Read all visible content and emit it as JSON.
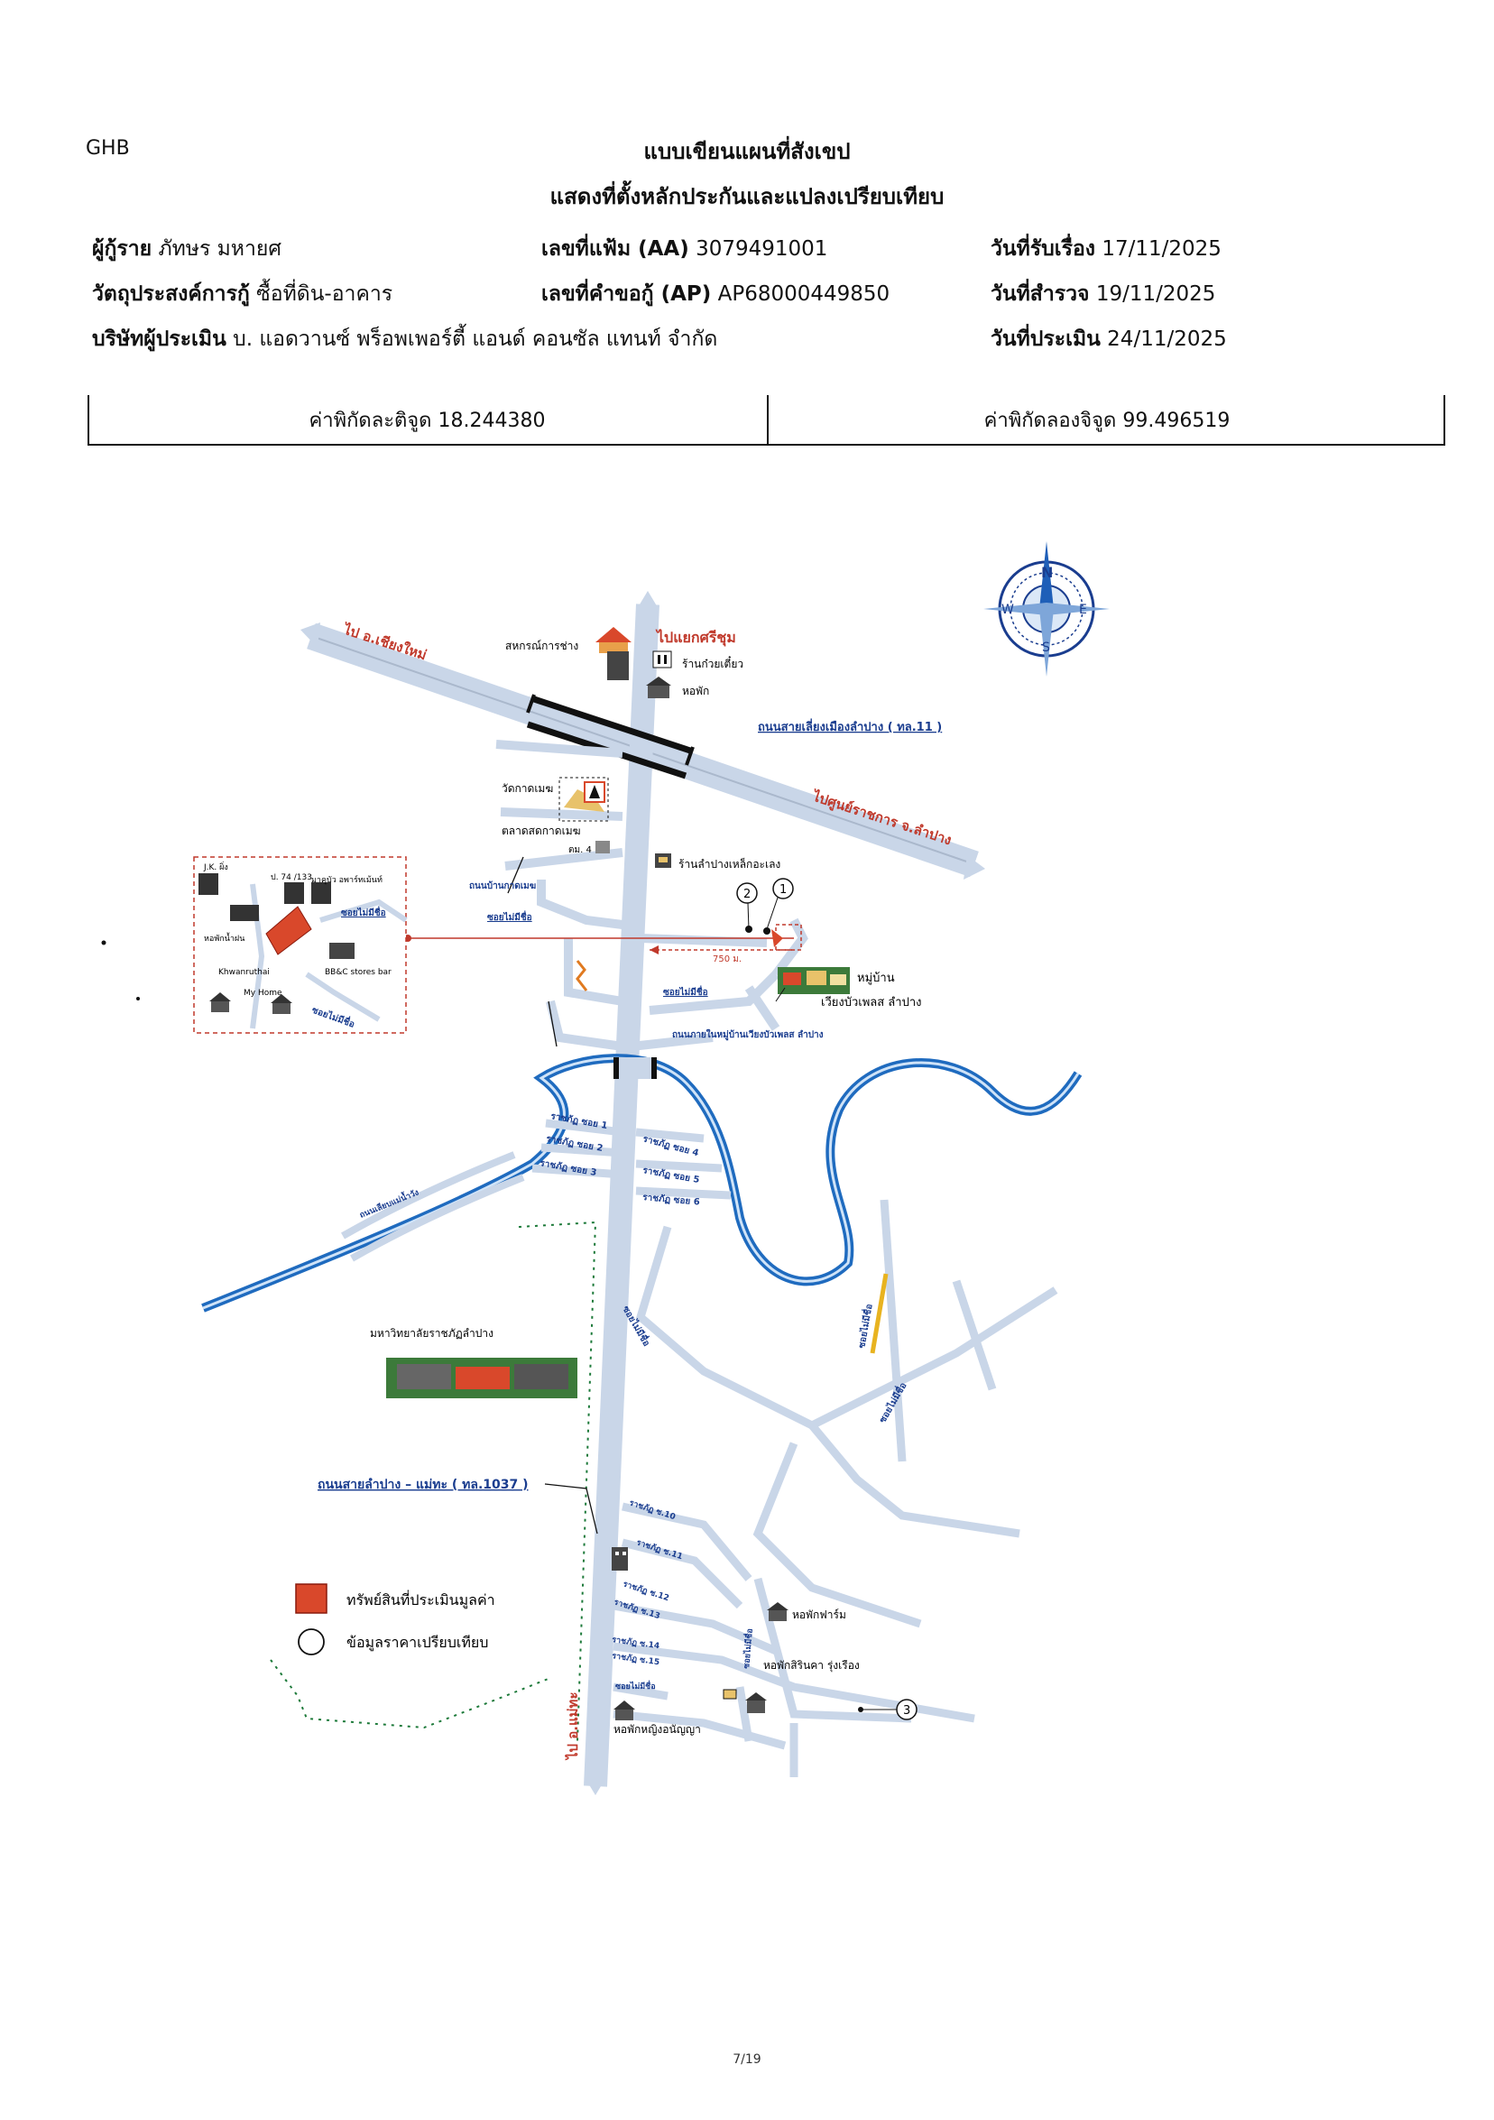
{
  "header": {
    "org": "GHB",
    "title_line1": "แบบเขียนแผนที่สังเขป",
    "title_line2": "แสดงที่ตั้งหลักประกันและแปลงเปรียบเทียบ"
  },
  "fields": {
    "borrower_label": "ผู้กู้ราย",
    "borrower_value": "ภัทษร มหายศ",
    "file_no_label": "เลขที่แฟ้ม (AA)",
    "file_no_value": "3079491001",
    "receive_date_label": "วันที่รับเรื่อง",
    "receive_date_value": "17/11/2025",
    "purpose_label": "วัตถุประสงค์การกู้",
    "purpose_value": "ซื้อที่ดิน-อาคาร",
    "request_no_label": "เลขที่คำขอกู้ (AP)",
    "request_no_value": "AP68000449850",
    "survey_date_label": "วันที่สำรวจ",
    "survey_date_value": "19/11/2025",
    "appraiser_label": "บริษัทผู้ประเมิน",
    "appraiser_value": "บ. แอดวานซ์ พร็อพเพอร์ตี้ แอนด์ คอนซัล แทนท์ จำกัด",
    "appraisal_date_label": "วันที่ประเมิน",
    "appraisal_date_value": "24/11/2025"
  },
  "coords": {
    "lat_label": "ค่าพิกัดละติจูด",
    "lat_value": "18.244380",
    "lon_label": "ค่าพิกัดลองจิจูด",
    "lon_value": "99.496519"
  },
  "map": {
    "compass": {
      "n": "N",
      "s": "S",
      "e": "E",
      "w": "W"
    },
    "labels": {
      "to_chiang_mai": "ไป อ.เชียงใหม่",
      "to_intersection": "ไปแยกศรีชุม",
      "to_city_hall": "ไปศูนย์ราชการ จ.ลำปาง",
      "to_mae_tha": "ไป อ.แม่ทะ",
      "bypass_road": "ถนนสายเลี่ยงเมืองลำปาง ( ทล.11 )",
      "highway_1037": "ถนนสายลำปาง – แม่ทะ ( ทล.1037 )",
      "coop": "สหกรณ์การช่าง",
      "noodle_shop": "ร้านก๋วยเตี๋ยว",
      "dorm": "หอพัก",
      "wat": "วัดกาดเมฆ",
      "market": "ตลาดสดกาดเมฆ",
      "school_4": "ตม. 4",
      "glass_shop": "ร้านลำปางเหล็กอะเลง",
      "kat_road": "ถนนบ้านกาดเมฆ",
      "no_name_soi": "ซอยไม่มีชื่อ",
      "distance": "750 ม.",
      "village": "หมู่บ้าน",
      "village_name": "เวียงบัวเพลส ลำปาง",
      "village_road": "ถนนภายในหมู่บ้านเวียงบัวเพลส ลำปาง",
      "soi_1": "ราชภัฏ ซอย 1",
      "soi_2": "ราชภัฏ ซอย 2",
      "soi_3": "ราชภัฏ ซอย 3",
      "soi_4": "ราชภัฏ ซอย 4",
      "soi_5": "ราชภัฏ ซอย 5",
      "soi_6": "ราชภัฏ ซอย 6",
      "riverside_road": "ถนนเลียบแม่น้ำวัง",
      "university": "มหาวิทยาลัยราชภัฏลำปาง",
      "soi_10": "ราชภัฏ ซ.10",
      "soi_11": "ราชภัฏ ซ.11",
      "soi_12": "ราชภัฏ ซ.12",
      "soi_13": "ราชภัฏ ซ.13",
      "soi_14": "ราชภัฏ ซ.14",
      "soi_15": "ราชภัฏ ซ.15",
      "dorm_farm": "หอพักฟาร์ม",
      "dorm_sirin": "หอพักสิรินคา รุ่งเรือง",
      "dorm_women": "หอพักหญิงอนัญญา",
      "inset_ke": "J.K. ผิ่ง",
      "inset_apt": "ป. 74 /133",
      "inset_coffee": "มาคุบัว อพาร์ทเม้นท์",
      "inset_dorm": "หอพักน้ำฝน",
      "inset_soi": "ซอยไม่มีชื่อ",
      "inset_khwan": "Khwanruthai",
      "inset_myhome": "My Home",
      "inset_bbc": "BB&C stores bar",
      "marker_1": "1",
      "marker_2": "2",
      "marker_3": "3"
    },
    "legend": {
      "subject": "ทรัพย์สินที่ประเมินมูลค่า",
      "comparable": "ข้อมูลราคาเปรียบเทียบ"
    },
    "colors": {
      "road": "#c9d6e8",
      "river": "#1f6bbf",
      "red_label": "#c0392b",
      "blue_label": "#1a3d8f",
      "subject_fill": "#d9482b",
      "bridge": "#111111"
    }
  },
  "footer": {
    "page": "7/19"
  }
}
